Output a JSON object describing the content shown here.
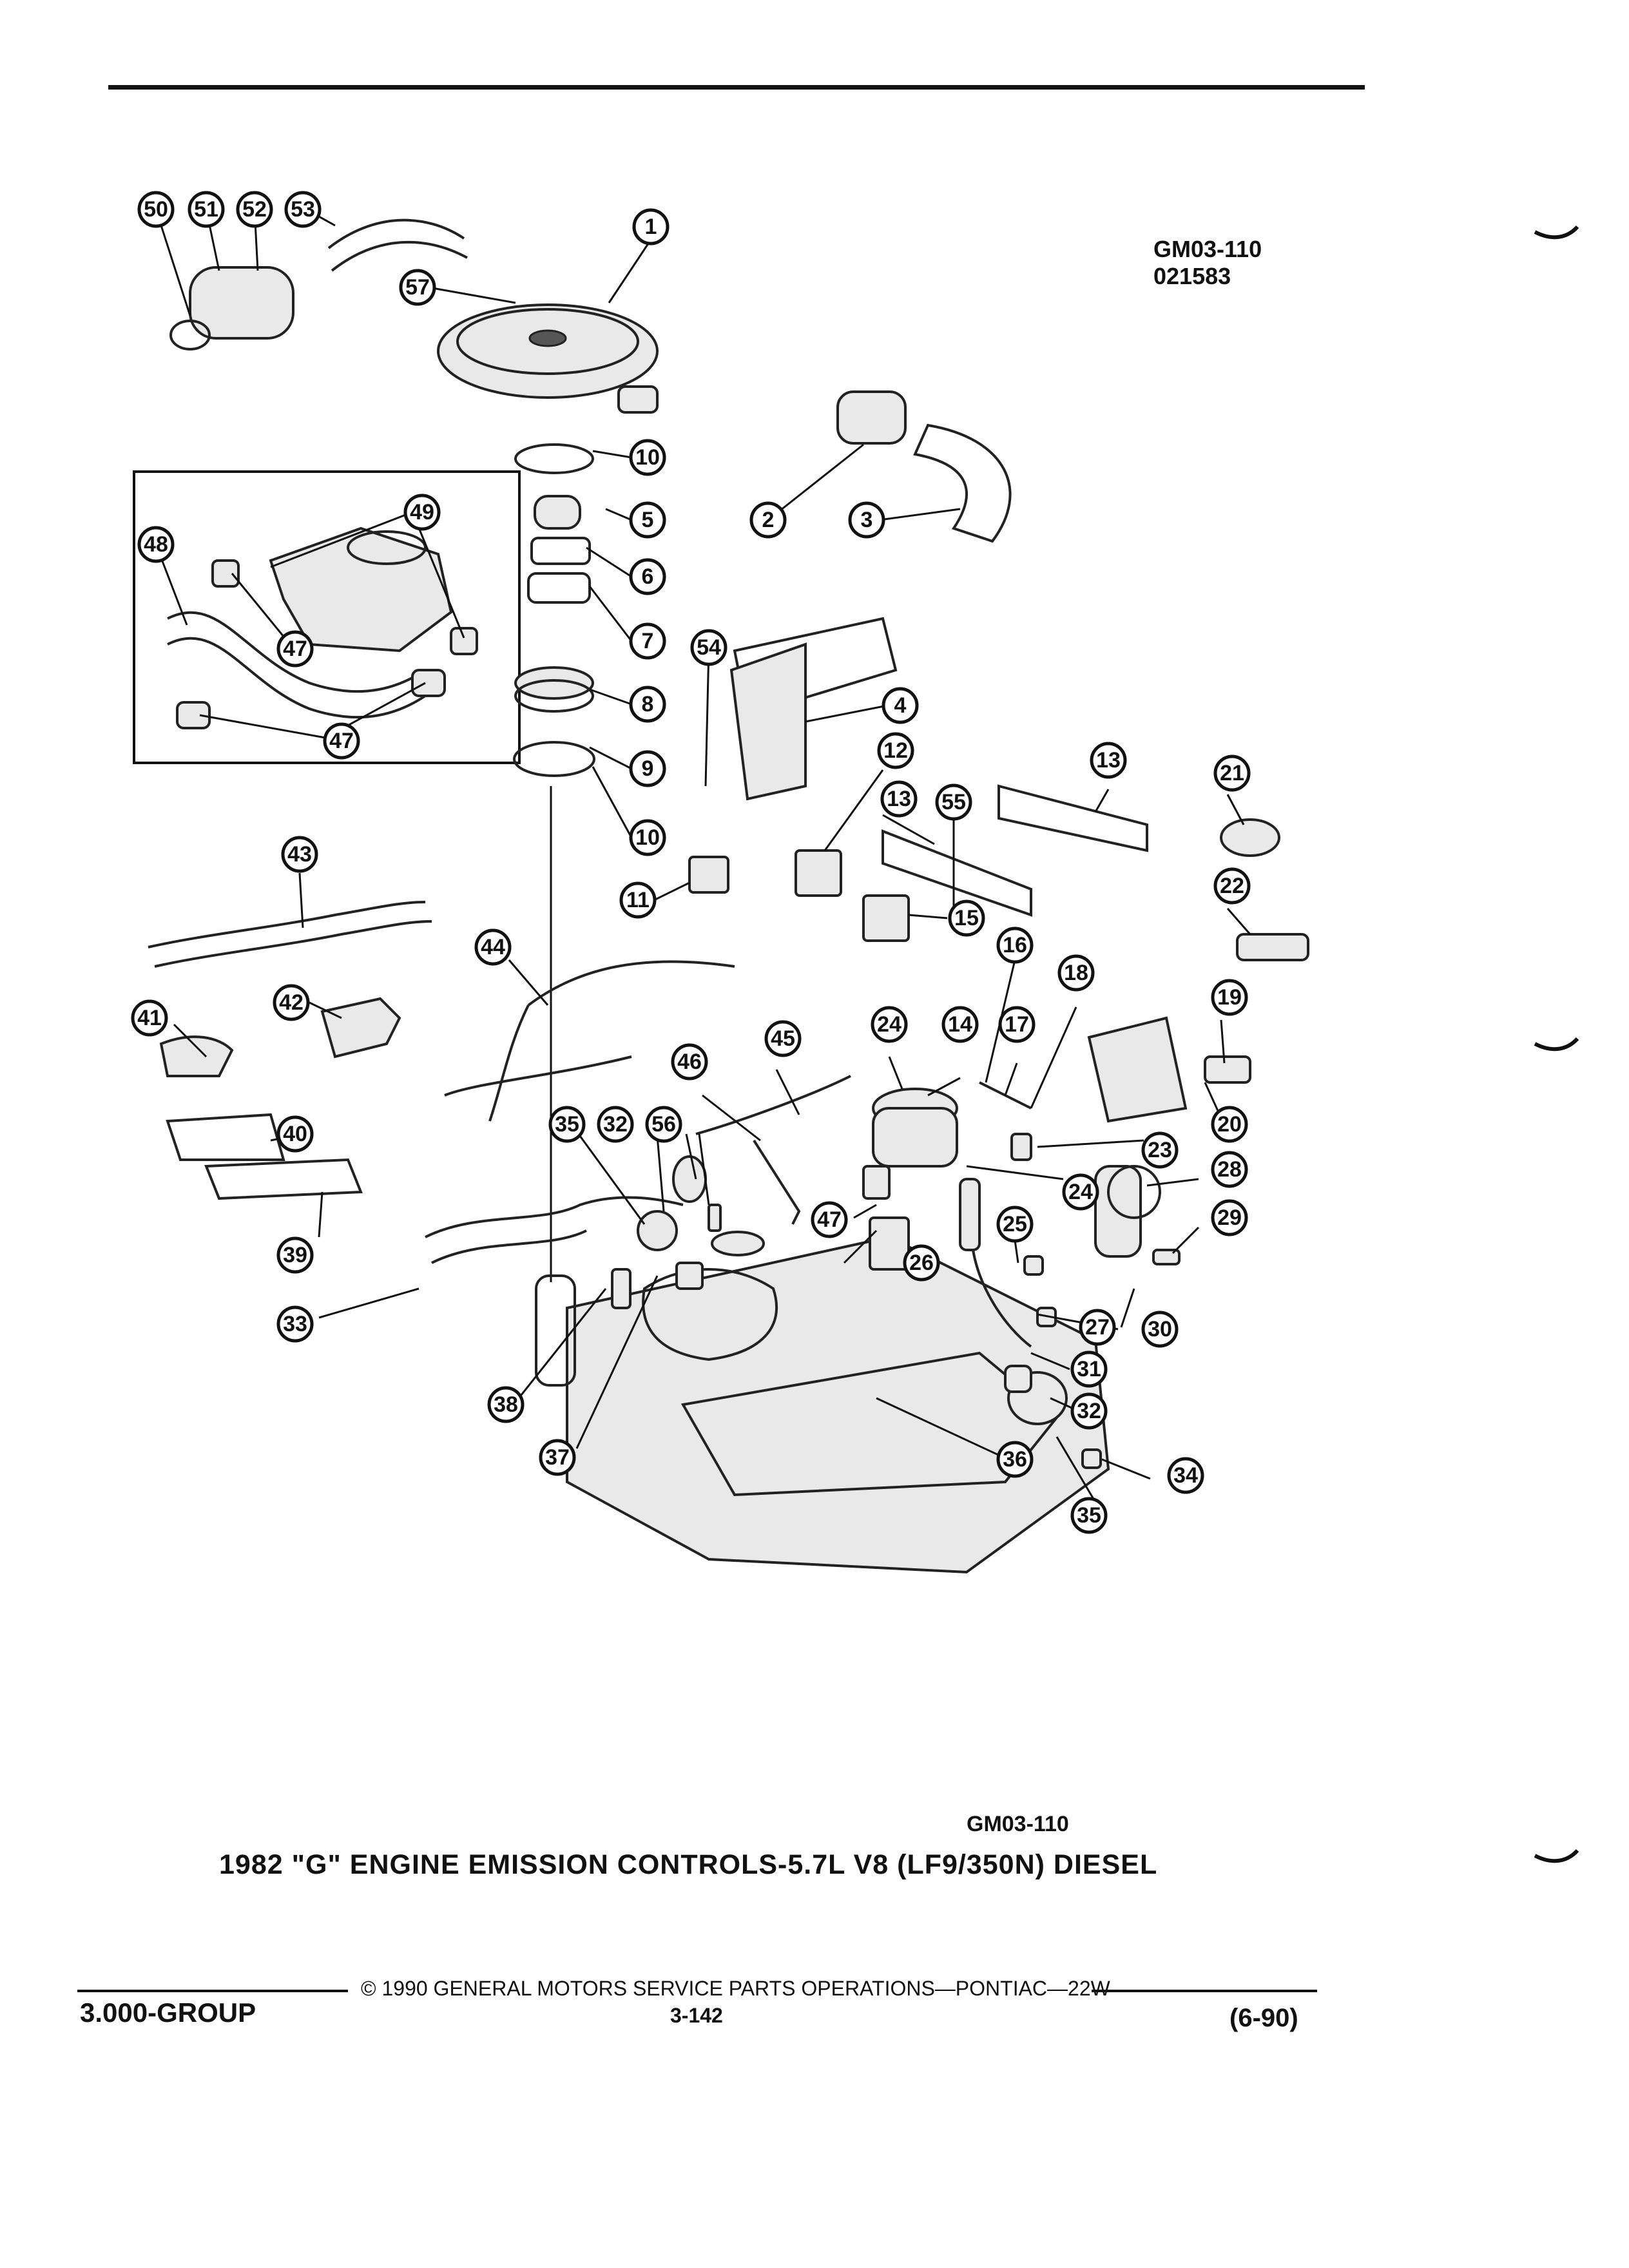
{
  "header": {
    "figure_code": "GM03-110",
    "figure_number": "021583"
  },
  "callouts": [
    "1",
    "2",
    "3",
    "4",
    "5",
    "6",
    "7",
    "8",
    "9",
    "10",
    "10",
    "11",
    "12",
    "13",
    "13",
    "14",
    "15",
    "16",
    "17",
    "18",
    "19",
    "20",
    "21",
    "22",
    "23",
    "24",
    "24",
    "25",
    "26",
    "27",
    "28",
    "29",
    "30",
    "31",
    "32",
    "32",
    "33",
    "34",
    "35",
    "35",
    "36",
    "37",
    "38",
    "39",
    "40",
    "41",
    "42",
    "43",
    "44",
    "45",
    "46",
    "47",
    "47",
    "47",
    "48",
    "49",
    "50",
    "51",
    "52",
    "53",
    "54",
    "55",
    "56",
    "57"
  ],
  "caption": {
    "code": "GM03-110",
    "title": "1982 \"G\" ENGINE EMISSION CONTROLS-5.7L V8 (LF9/350N) DIESEL"
  },
  "footer": {
    "copyright": "© 1990 GENERAL MOTORS SERVICE PARTS OPERATIONS—PONTIAC—22W",
    "group": "3.000-GROUP",
    "page": "3-142",
    "date": "(6-90)"
  }
}
